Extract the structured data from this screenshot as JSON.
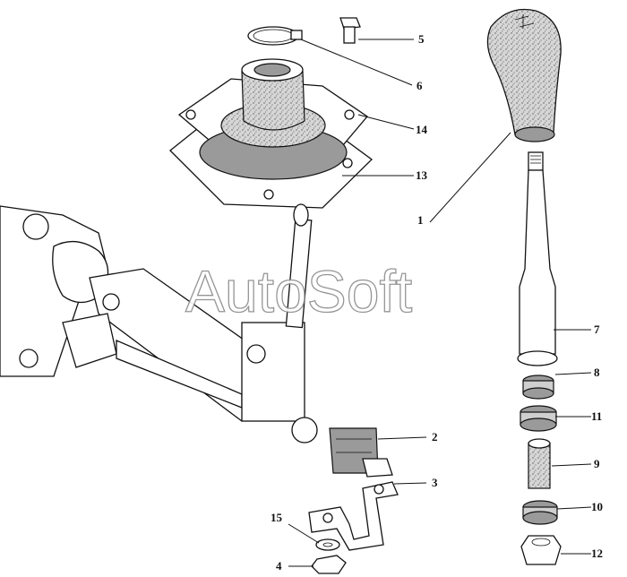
{
  "watermark": "AutoSoft",
  "parts": [
    {
      "id": "p1",
      "number": "1"
    },
    {
      "id": "p2",
      "number": "2"
    },
    {
      "id": "p3",
      "number": "3"
    },
    {
      "id": "p4",
      "number": "4"
    },
    {
      "id": "p5",
      "number": "5"
    },
    {
      "id": "p6",
      "number": "6"
    },
    {
      "id": "p7",
      "number": "7"
    },
    {
      "id": "p8",
      "number": "8"
    },
    {
      "id": "p9",
      "number": "9"
    },
    {
      "id": "p10",
      "number": "10"
    },
    {
      "id": "p11",
      "number": "11"
    },
    {
      "id": "p12",
      "number": "12"
    },
    {
      "id": "p13",
      "number": "13"
    },
    {
      "id": "p14",
      "number": "14"
    },
    {
      "id": "p15",
      "number": "15"
    }
  ]
}
